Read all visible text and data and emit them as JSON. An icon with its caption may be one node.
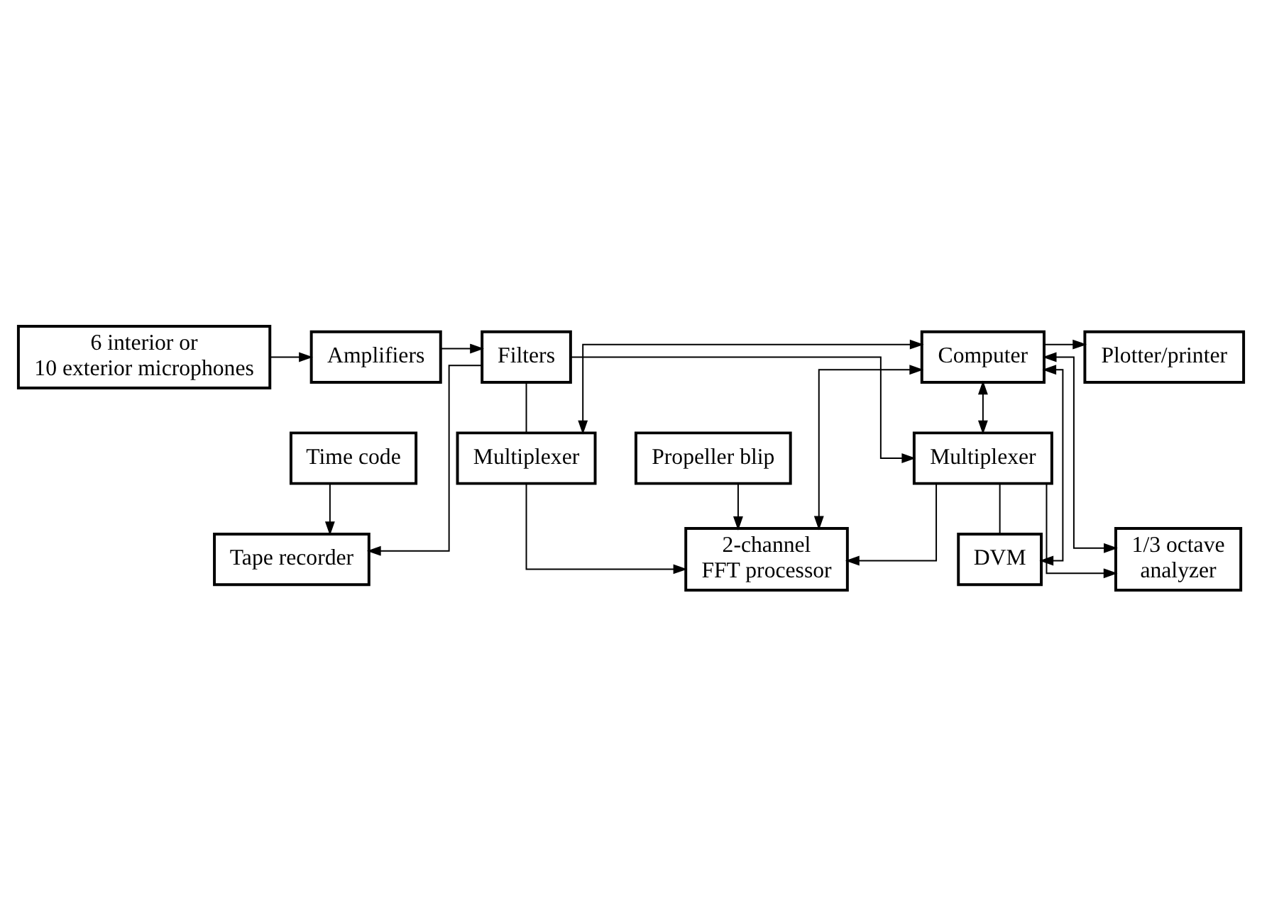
{
  "diagram": {
    "nodes": [
      {
        "text": [
          "6 interior or 10 exterior microphones"
        ]
      },
      {
        "text": [
          "Amplifiers"
        ]
      },
      {
        "text": [
          "Filters"
        ]
      },
      {
        "text": [
          "Tape recorder"
        ]
      },
      {
        "text": [
          "Time code"
        ]
      },
      {
        "text": [
          "Multiplexer"
        ]
      },
      {
        "text": [
          "Multiplexer"
        ]
      },
      {
        "text": [
          "Propeller blip"
        ]
      },
      {
        "text": [
          "2-channel FFT processor"
        ]
      },
      {
        "text": [
          "1/3 octave analyzer"
        ]
      },
      {
        "text": [
          "DVM"
        ]
      },
      {
        "text": [
          "Computer"
        ]
      },
      {
        "text": [
          "Plotter/printer"
        ]
      }
    ],
    "edges": [
      {
        "from": 0,
        "to": 1,
        "arrow": "to"
      },
      {
        "from": 1,
        "to": 2,
        "arrow": "to"
      },
      {
        "from": 2,
        "to": 3,
        "arrow": "to"
      },
      {
        "from": 2,
        "to": 6,
        "arrow": "to"
      },
      {
        "from": 2,
        "to": 5,
        "arrow": "none"
      },
      {
        "from": 4,
        "to": 3,
        "arrow": "to"
      },
      {
        "from": 5,
        "to": 8,
        "arrow": "to"
      },
      {
        "from": 7,
        "to": 8,
        "arrow": "to"
      },
      {
        "from": 6,
        "to": 8,
        "arrow": "to"
      },
      {
        "from": 6,
        "to": 9,
        "arrow": "to"
      },
      {
        "from": 6,
        "to": 10,
        "arrow": "none"
      },
      {
        "from": 11,
        "to": 5,
        "arrow": "both"
      },
      {
        "from": 11,
        "to": 6,
        "arrow": "both"
      },
      {
        "from": 11,
        "to": 8,
        "arrow": "both"
      },
      {
        "from": 11,
        "to": 9,
        "arrow": "both"
      },
      {
        "from": 11,
        "to": 10,
        "arrow": "both"
      },
      {
        "from": 11,
        "to": 12,
        "arrow": "to"
      }
    ]
  }
}
